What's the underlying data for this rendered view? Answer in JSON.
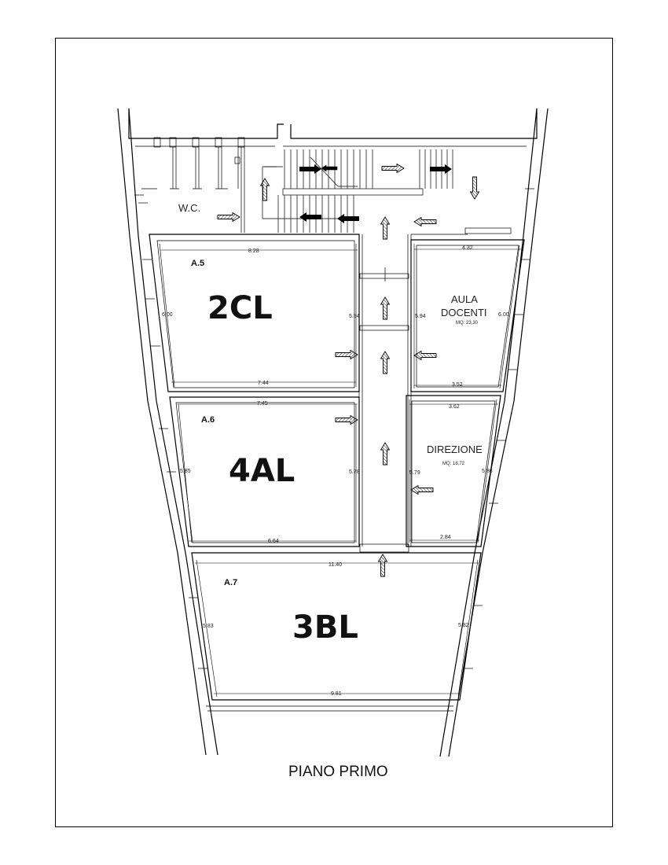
{
  "title": "PIANO PRIMO",
  "rooms": {
    "a5": {
      "code": "A.5",
      "class_label": "2CL",
      "dim_top": "8.28",
      "dim_bottom": "7.44",
      "dim_left": "6.00",
      "dim_right": "5.94"
    },
    "a6": {
      "code": "A.6",
      "class_label": "4AL",
      "dim_top": "7.45",
      "dim_bottom": "6.64",
      "dim_left": "5.85",
      "dim_right": "5.78"
    },
    "a7": {
      "code": "A.7",
      "class_label": "3BL",
      "dim_top": "11.40",
      "dim_bottom": "9.81",
      "dim_left": "5.83",
      "dim_right": "5.82"
    },
    "aula_docenti": {
      "label_line1": "AULA",
      "label_line2": "DOCENTI",
      "area": "MQ: 23,30",
      "dim_top": "4.32",
      "dim_bottom": "3.52",
      "dim_left": "5.94",
      "dim_right": "6.00"
    },
    "direzione": {
      "label": "DIREZIONE",
      "area": "MQ: 18,72",
      "dim_top": "3.62",
      "dim_bottom": "2.84",
      "dim_left": "5.79",
      "dim_right": "5.86"
    },
    "wc": {
      "label": "W.C."
    }
  }
}
